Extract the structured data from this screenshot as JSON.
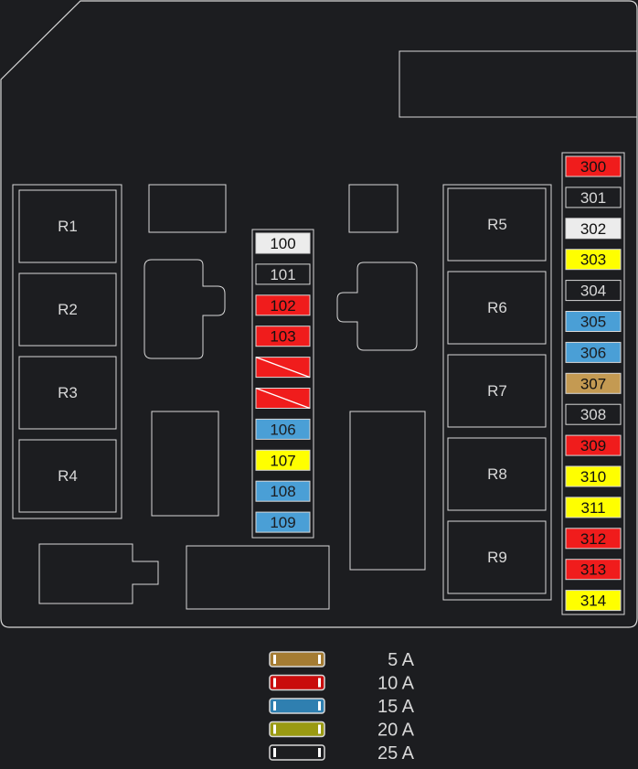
{
  "relays": [
    {
      "label": "R1"
    },
    {
      "label": "R2"
    },
    {
      "label": "R3"
    },
    {
      "label": "R4"
    },
    {
      "label": "R5"
    },
    {
      "label": "R6"
    },
    {
      "label": "R7"
    },
    {
      "label": "R8"
    },
    {
      "label": "R9"
    }
  ],
  "fuses_middle": [
    {
      "label": "100",
      "color": "white"
    },
    {
      "label": "101",
      "color": "black"
    },
    {
      "label": "102",
      "color": "red"
    },
    {
      "label": "103",
      "color": "red"
    },
    {
      "label": "",
      "color": "empty"
    },
    {
      "label": "",
      "color": "empty"
    },
    {
      "label": "106",
      "color": "blue"
    },
    {
      "label": "107",
      "color": "yellow"
    },
    {
      "label": "108",
      "color": "blue"
    },
    {
      "label": "109",
      "color": "blue"
    }
  ],
  "fuses_right": [
    {
      "label": "300",
      "color": "red"
    },
    {
      "label": "301",
      "color": "black"
    },
    {
      "label": "302",
      "color": "white"
    },
    {
      "label": "303",
      "color": "yellow"
    },
    {
      "label": "304",
      "color": "black"
    },
    {
      "label": "305",
      "color": "blue"
    },
    {
      "label": "306",
      "color": "blue"
    },
    {
      "label": "307",
      "color": "tan"
    },
    {
      "label": "308",
      "color": "black"
    },
    {
      "label": "309",
      "color": "red"
    },
    {
      "label": "310",
      "color": "yellow"
    },
    {
      "label": "311",
      "color": "yellow"
    },
    {
      "label": "312",
      "color": "red"
    },
    {
      "label": "313",
      "color": "red"
    },
    {
      "label": "314",
      "color": "yellow"
    }
  ],
  "legend": [
    {
      "label": "5 A",
      "color": "#a57c33"
    },
    {
      "label": "10 A",
      "color": "#c90c0c"
    },
    {
      "label": "15 A",
      "color": "#2f7fb0"
    },
    {
      "label": "20 A",
      "color": "#9a9a12"
    },
    {
      "label": "25 A",
      "color": "#1c1d20"
    }
  ],
  "colors": {
    "background": "#1c1d20",
    "outline": "#d8d8d8",
    "text": "#d8d8d8",
    "fuse_red": "#f01c1c",
    "fuse_yellow": "#ffff00",
    "fuse_blue": "#4a9fd6",
    "fuse_white": "#ececec",
    "fuse_black": "#1c1d20",
    "fuse_tan": "#c49a52"
  }
}
